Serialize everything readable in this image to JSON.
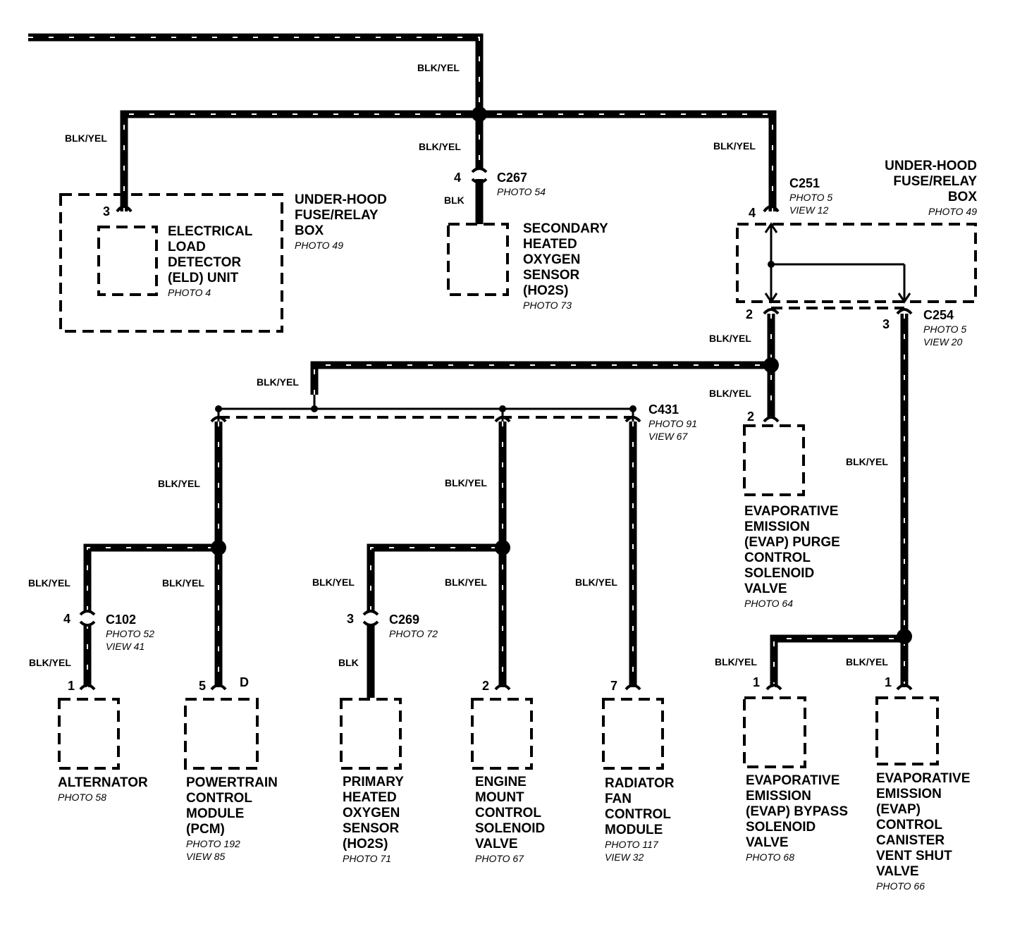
{
  "wire_labels": {
    "top": "BLK/YEL",
    "left_branch": "BLK/YEL",
    "center_upper": "BLK/YEL",
    "center_lower": "BLK",
    "right_branch": "BLK/YEL",
    "c251_out": "BLK/YEL",
    "bus_mid": "BLK/YEL",
    "purge_feed": "BLK/YEL",
    "c254_out": "BLK/YEL",
    "c431_left": "BLK/YEL",
    "c431_mid": "BLK/YEL",
    "c431_right": "BLK/YEL",
    "alt_upper": "BLK/YEL",
    "alt_lower": "BLK/YEL",
    "pcm": "BLK/YEL",
    "ho2s_upper": "BLK/YEL",
    "ho2s_lower": "BLK",
    "engine_mount": "BLK/YEL",
    "bypass": "BLK/YEL",
    "vent": "BLK/YEL"
  },
  "pins": {
    "eld": "3",
    "c267": "4",
    "c251": "4",
    "c251_out": "2",
    "c254": "3",
    "purge": "2",
    "c102": "4",
    "alternator": "1",
    "pcm": "5",
    "pcm_side": "D",
    "c269": "3",
    "engine_mount": "2",
    "radiator": "7",
    "bypass": "1",
    "vent": "1"
  },
  "connectors": {
    "c267": {
      "name": "C267",
      "photo": "PHOTO 54"
    },
    "c251": {
      "name": "C251",
      "photo": "PHOTO 5",
      "view": "VIEW 12"
    },
    "c254": {
      "name": "C254",
      "photo": "PHOTO 5",
      "view": "VIEW 20"
    },
    "c431": {
      "name": "C431",
      "photo": "PHOTO 91",
      "view": "VIEW 67"
    },
    "c102": {
      "name": "C102",
      "photo": "PHOTO 52",
      "view": "VIEW 41"
    },
    "c269": {
      "name": "C269",
      "photo": "PHOTO 72"
    }
  },
  "components": {
    "underhood_left": {
      "name": "UNDER-HOOD\nFUSE/RELAY\nBOX",
      "photo": "PHOTO 49"
    },
    "eld": {
      "name": "ELECTRICAL\nLOAD\nDETECTOR\n(ELD) UNIT",
      "photo": "PHOTO 4"
    },
    "secondary_ho2s": {
      "name": "SECONDARY\nHEATED\nOXYGEN\nSENSOR\n(HO2S)",
      "photo": "PHOTO 73"
    },
    "underhood_right": {
      "name": "UNDER-HOOD\nFUSE/RELAY\nBOX",
      "photo": "PHOTO 49"
    },
    "evap_purge": {
      "name": "EVAPORATIVE\nEMISSION\n(EVAP) PURGE\nCONTROL\nSOLENOID\nVALVE",
      "photo": "PHOTO 64"
    },
    "alternator": {
      "name": "ALTERNATOR",
      "photo": "PHOTO 58"
    },
    "pcm": {
      "name": "POWERTRAIN\nCONTROL\nMODULE\n(PCM)",
      "photo": "PHOTO 192\nVIEW 85"
    },
    "primary_ho2s": {
      "name": "PRIMARY\nHEATED\nOXYGEN\nSENSOR\n(HO2S)",
      "photo": "PHOTO 71"
    },
    "engine_mount": {
      "name": "ENGINE\nMOUNT\nCONTROL\nSOLENOID\nVALVE",
      "photo": "PHOTO 67"
    },
    "radiator_fan": {
      "name": "RADIATOR\nFAN\nCONTROL\nMODULE",
      "photo": "PHOTO 117\nVIEW 32"
    },
    "evap_bypass": {
      "name": "EVAPORATIVE\nEMISSION\n(EVAP) BYPASS\nSOLENOID\nVALVE",
      "photo": "PHOTO 68"
    },
    "evap_vent": {
      "name": "EVAPORATIVE\nEMISSION\n(EVAP)\nCONTROL\nCANISTER\nVENT SHUT\nVALVE",
      "photo": "PHOTO 66"
    }
  }
}
